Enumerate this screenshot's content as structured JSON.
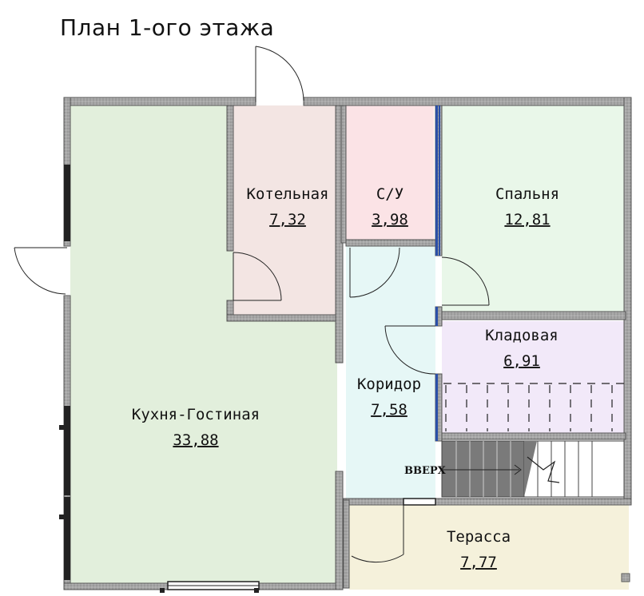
{
  "title": "План 1-ого этажа",
  "up_label": "ВВЕРХ",
  "rooms": [
    {
      "name": "Котельная",
      "area": "7,32"
    },
    {
      "name": "С/У",
      "area": "3,98"
    },
    {
      "name": "Спальня",
      "area": "12,81"
    },
    {
      "name": "Кладовая",
      "area": "6,91"
    },
    {
      "name": "Коридор",
      "area": "7,58"
    },
    {
      "name": "Кухня-Гостиная",
      "area": "33,88"
    },
    {
      "name": "Терасса",
      "area": "7,77"
    }
  ],
  "colors": {
    "kitchen": "#e2efdc",
    "boiler": "#f3e5e3",
    "wc": "#fbe3e6",
    "bedroom": "#e9f7e9",
    "storage": "#f2e9f9",
    "corridor": "#e6f7f6",
    "terrace": "#f5f1db",
    "wall": "#9a9a9a"
  }
}
